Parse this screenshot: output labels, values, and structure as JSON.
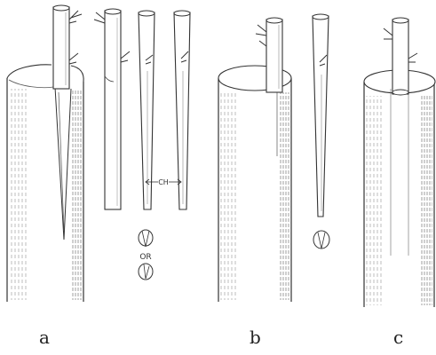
{
  "figure": {
    "labels": {
      "a": "a",
      "b": "b",
      "c": "c"
    },
    "cut_mark": "CH",
    "or_text": "OR"
  },
  "colors": {
    "ink": "#333333",
    "paper": "#ffffff"
  }
}
